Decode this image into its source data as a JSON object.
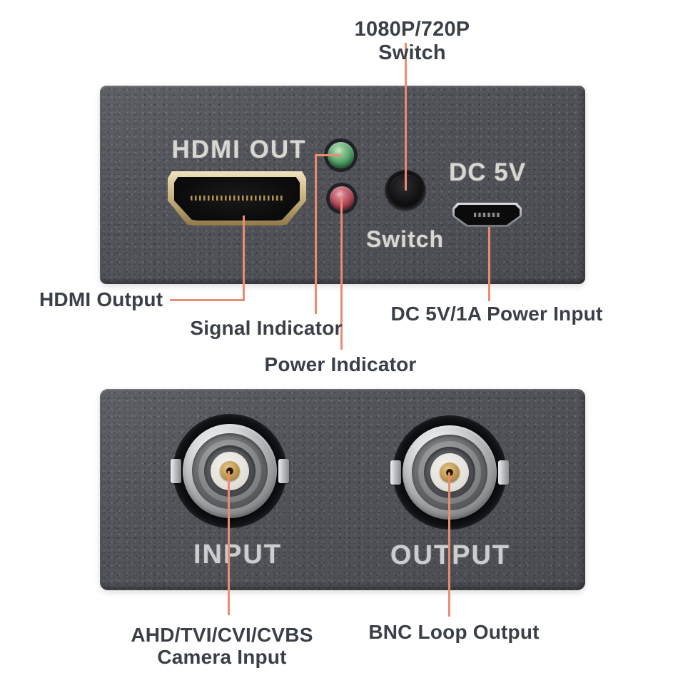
{
  "colors": {
    "background": "#ffffff",
    "leader_line": "#ea8c72",
    "annotation_text": "#3b4048",
    "device_body": "#53555b",
    "device_print": "#e0ded8",
    "hdmi_gold": "#c9b283",
    "led_green": "#4e9c61",
    "led_red": "#a23c4e",
    "bnc_chrome": "#c7c8cb",
    "bnc_dielectric": "#ece9e3",
    "bnc_pin_gold": "#bd9750"
  },
  "annotations": {
    "resolution_switch": "1080P/720P Switch",
    "hdmi_output": "HDMI Output",
    "signal_indicator": "Signal Indicator",
    "power_indicator": "Power Indicator",
    "power_input": "DC 5V/1A Power Input",
    "camera_input_line1": "AHD/TVI/CVI/CVBS",
    "camera_input_line2": "Camera Input",
    "bnc_loop_output": "BNC Loop Output"
  },
  "top_device": {
    "hdmi_print": "HDMI OUT",
    "dc_print": "DC 5V",
    "switch_print": "Switch"
  },
  "bottom_device": {
    "input_print": "INPUT",
    "output_print": "OUTPUT"
  }
}
